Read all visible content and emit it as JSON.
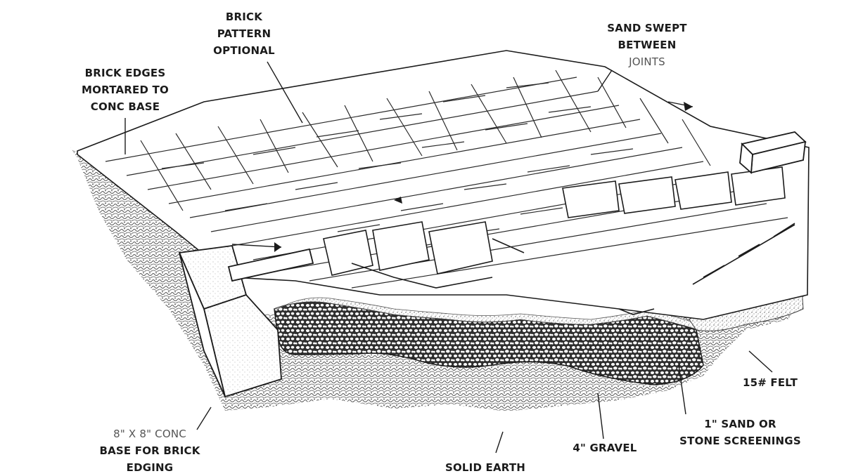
{
  "colors": {
    "ink": "#1b1b1b",
    "paper": "#ffffff",
    "earth": "#7a7a7a",
    "gravel": "#3a3a3a",
    "sand": "#9a9a9a"
  },
  "labels": {
    "brick_pattern": [
      "BRICK",
      "PATTERN",
      "OPTIONAL"
    ],
    "sand_swept": [
      "SAND SWEPT",
      "BETWEEN",
      "JOINTS"
    ],
    "brick_edges": [
      "BRICK EDGES",
      "MORTARED TO",
      "CONC BASE"
    ],
    "felt": "15# FELT",
    "conc_base": [
      "8\" X 8\" CONC",
      "BASE FOR BRICK",
      "EDGING"
    ],
    "solid_earth": "SOLID EARTH",
    "gravel": "4\" GRAVEL",
    "sand_or": [
      "1\" SAND OR",
      "STONE SCREENINGS"
    ]
  }
}
